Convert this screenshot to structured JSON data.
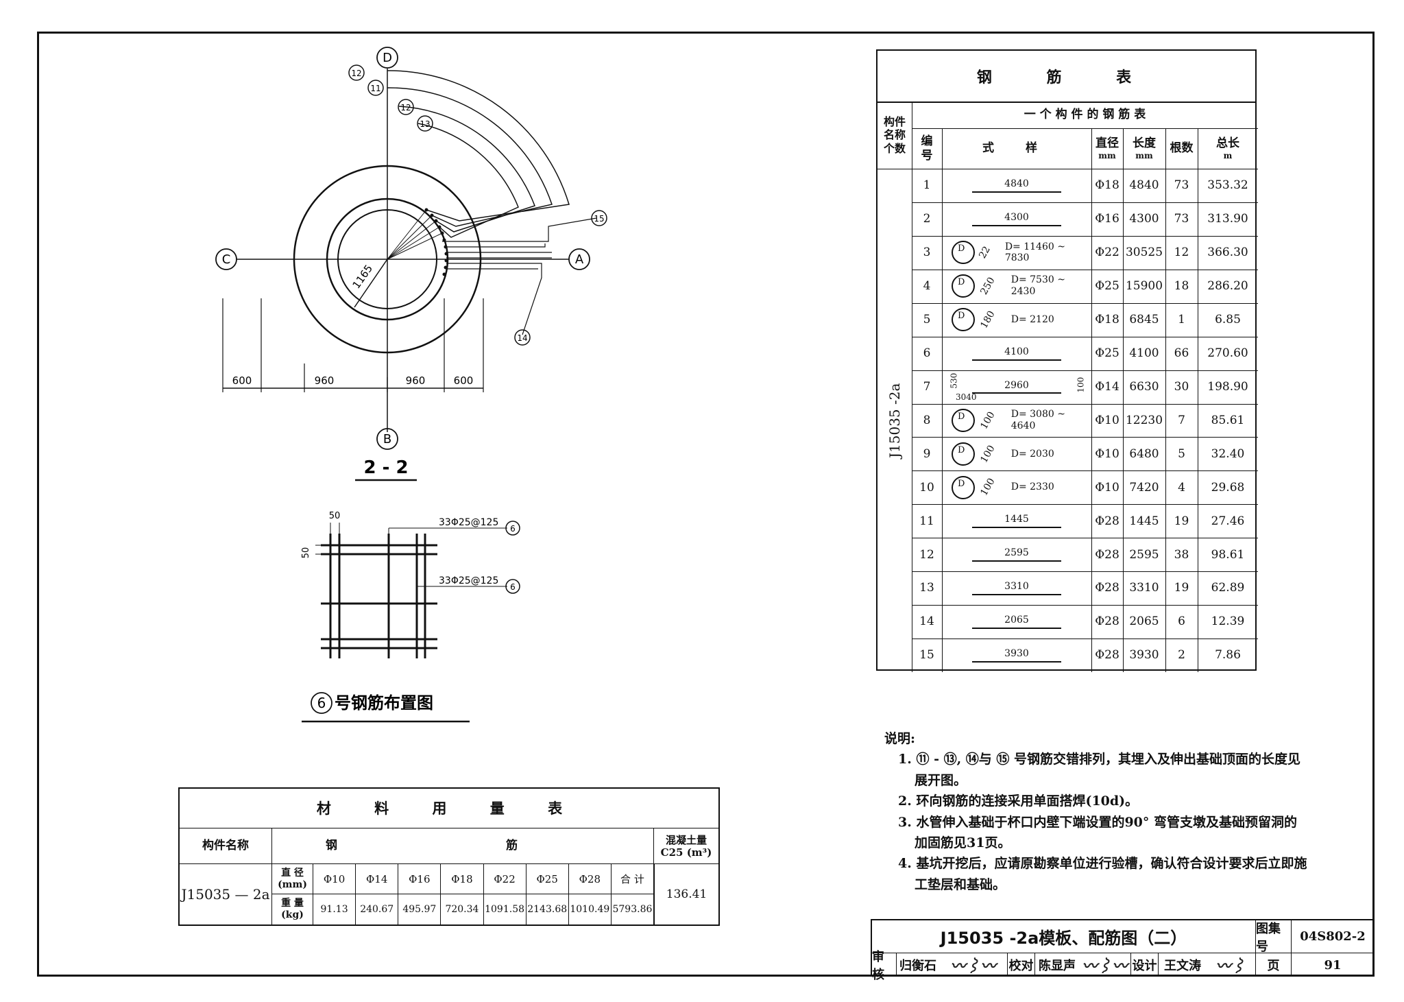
{
  "section_2_2": {
    "title": "2 - 2",
    "axes": {
      "top": "D",
      "bottom": "B",
      "left": "C",
      "right": "A"
    },
    "radius_label": "1165",
    "dims": [
      "600",
      "960",
      "960",
      "600"
    ],
    "bar_marks": [
      "12",
      "11",
      "12",
      "13",
      "15",
      "14"
    ]
  },
  "bar6_layout": {
    "title": "号钢筋布置图",
    "title_mark": "6",
    "spacing_h": "50",
    "spacing_v": "50",
    "label_top": "33Φ25@125",
    "label_bottom": "33Φ25@125",
    "mark": "6"
  },
  "rebar_table": {
    "title": "钢 筋 表",
    "component_header": "构件名称个数",
    "group_header": "一 个 构 件 的 钢 筋 表",
    "col_headers": {
      "no": "编号",
      "shape": "式 样",
      "dia": "直径",
      "dia_unit": "mm",
      "len": "长度",
      "len_unit": "mm",
      "count": "根数",
      "total": "总长",
      "total_unit": "m"
    },
    "component_name": "J15035 -2a",
    "rows": [
      {
        "no": "1",
        "shape": "4840",
        "dia": "Φ18",
        "len": "4840",
        "count": "73",
        "total": "353.32"
      },
      {
        "no": "2",
        "shape": "4300",
        "dia": "Φ16",
        "len": "4300",
        "count": "73",
        "total": "313.90"
      },
      {
        "no": "3",
        "shape": "D= 11460 ~ 7830",
        "shape_extra": "22",
        "dia": "Φ22",
        "len": "30525",
        "count": "12",
        "total": "366.30"
      },
      {
        "no": "4",
        "shape": "D= 7530 ~ 2430",
        "shape_extra": "250",
        "dia": "Φ25",
        "len": "15900",
        "count": "18",
        "total": "286.20"
      },
      {
        "no": "5",
        "shape": "D= 2120",
        "shape_extra": "180",
        "dia": "Φ18",
        "len": "6845",
        "count": "1",
        "total": "6.85"
      },
      {
        "no": "6",
        "shape": "4100",
        "dia": "Φ25",
        "len": "4100",
        "count": "66",
        "total": "270.60"
      },
      {
        "no": "7",
        "shape": "2960",
        "shape_extra": "3040",
        "shape_side_left": "530",
        "shape_side_right": "100",
        "dia": "Φ14",
        "len": "6630",
        "count": "30",
        "total": "198.90"
      },
      {
        "no": "8",
        "shape": "D= 3080 ~ 4640",
        "shape_extra": "100",
        "dia": "Φ10",
        "len": "12230",
        "count": "7",
        "total": "85.61"
      },
      {
        "no": "9",
        "shape": "D= 2030",
        "shape_extra": "100",
        "dia": "Φ10",
        "len": "6480",
        "count": "5",
        "total": "32.40"
      },
      {
        "no": "10",
        "shape": "D= 2330",
        "shape_extra": "100",
        "dia": "Φ10",
        "len": "7420",
        "count": "4",
        "total": "29.68"
      },
      {
        "no": "11",
        "shape": "1445",
        "dia": "Φ28",
        "len": "1445",
        "count": "19",
        "total": "27.46"
      },
      {
        "no": "12",
        "shape": "2595",
        "dia": "Φ28",
        "len": "2595",
        "count": "38",
        "total": "98.61"
      },
      {
        "no": "13",
        "shape": "3310",
        "dia": "Φ28",
        "len": "3310",
        "count": "19",
        "total": "62.89"
      },
      {
        "no": "14",
        "shape": "2065",
        "dia": "Φ28",
        "len": "2065",
        "count": "6",
        "total": "12.39"
      },
      {
        "no": "15",
        "shape": "3930",
        "dia": "Φ28",
        "len": "3930",
        "count": "2",
        "total": "7.86"
      }
    ]
  },
  "material_table": {
    "title": "材 料 用 量 表",
    "col_component": "构件名称",
    "col_steel": "钢 筋",
    "col_concrete": "混凝土量 C25 (m³)",
    "component": "J15035 — 2a",
    "row_dia_label": "直 径(mm)",
    "row_weight_label": "重 量(kg)",
    "diameters": [
      "Φ10",
      "Φ14",
      "Φ16",
      "Φ18",
      "Φ22",
      "Φ25",
      "Φ28",
      "合 计"
    ],
    "weights": [
      "91.13",
      "240.67",
      "495.97",
      "720.34",
      "1091.58",
      "2143.68",
      "1010.49",
      "5793.86"
    ],
    "concrete": "136.41"
  },
  "notes": {
    "heading": "说明:",
    "items": [
      "1. ⑪ - ⑬, ⑭与 ⑮ 号钢筋交错排列，其埋入及伸出基础顶面的长度见展开图。",
      "2. 环向钢筋的连接采用单面搭焊(10d)。",
      "3. 水管伸入基础于杯口内壁下端设置的90° 弯管支墩及基础预留洞的加固筋见31页。",
      "4. 基坑开挖后，应请原勘察单位进行验槽，确认符合设计要求后立即施工垫层和基础。"
    ]
  },
  "title_block": {
    "drawing_title": "J15035 -2a模板、配筋图（二）",
    "atlas_label": "图集号",
    "atlas_no": "04S802-2",
    "review_label": "审核",
    "review_name": "归衡石",
    "check_label": "校对",
    "check_name": "陈显声",
    "design_label": "设计",
    "design_name": "王文涛",
    "page_label": "页",
    "page_no": "91"
  }
}
